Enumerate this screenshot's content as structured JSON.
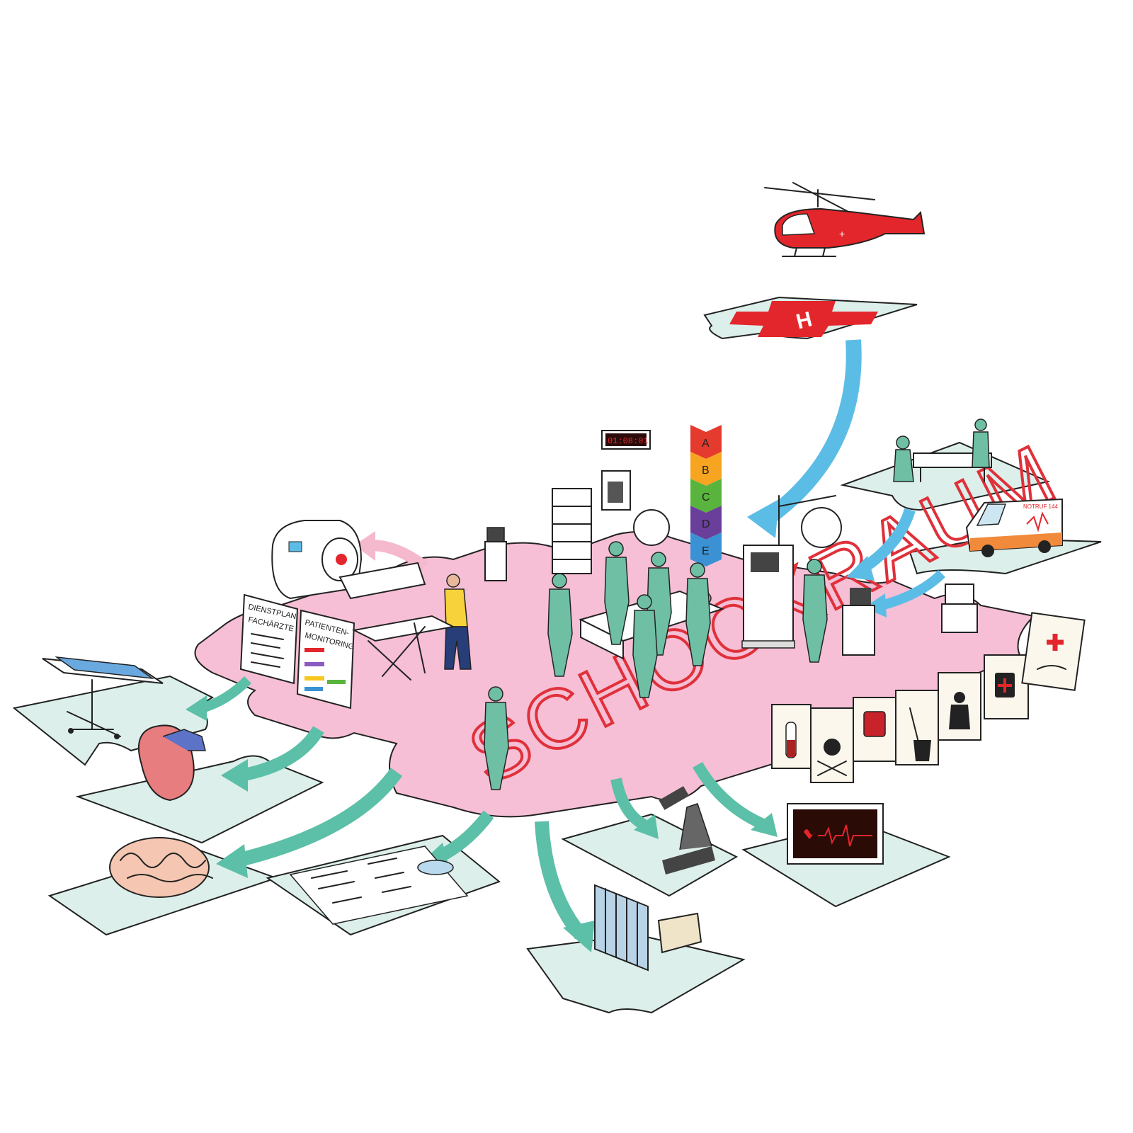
{
  "title_text": "SCHOCKRAUM",
  "helipad_letter": "H",
  "abcde_steps": [
    {
      "letter": "A",
      "color": "#e53a2e"
    },
    {
      "letter": "B",
      "color": "#f7a420"
    },
    {
      "letter": "C",
      "color": "#58b43c"
    },
    {
      "letter": "D",
      "color": "#6a3f9b"
    },
    {
      "letter": "E",
      "color": "#3a92d4"
    }
  ],
  "wall_clock": "01:08:01",
  "board_left": {
    "line1": "DIENSTPLAN",
    "line2": "FACHÄRZTE"
  },
  "board_right": {
    "line1": "PATIENTEN-",
    "line2": "MONITORING"
  },
  "ambulance_label": "NOTRUF 144",
  "colors": {
    "main_floor": "#f6bfd5",
    "title_red": "#e0303a",
    "side_tile": "#dcefea",
    "incoming_blue": "#5bbde6",
    "outgoing_teal": "#5cbfa8",
    "ct_arrow_pink": "#f5b9cd",
    "staff_scrubs": "#6fbfa4",
    "helicopter_red": "#e3262b"
  },
  "icons": [
    "helicopter-icon",
    "ambulance-icon",
    "ct-scanner-icon",
    "heart-icon",
    "brain-icon",
    "microscope-icon",
    "ecg-monitor-icon",
    "curtain-bed-icon",
    "surgical-instruments-icon",
    "stretcher-icon",
    "test-tube-card",
    "skull-card",
    "blood-bag-card",
    "cleaning-card",
    "security-card",
    "medication-card",
    "first-aid-card"
  ]
}
